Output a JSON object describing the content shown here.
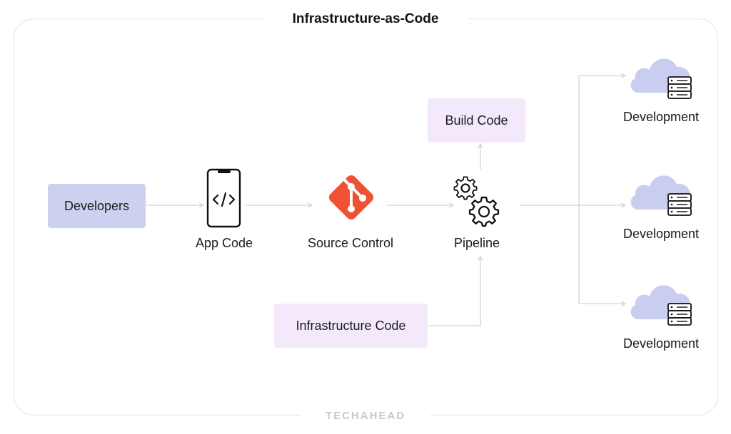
{
  "title": "Infrastructure-as-Code",
  "footer_logo": "TECHAHEAD",
  "nodes": {
    "developers": "Developers",
    "app_code": "App Code",
    "source_control": "Source Control",
    "pipeline": "Pipeline",
    "build_code": "Build Code",
    "infrastructure_code": "Infrastructure Code"
  },
  "environments": [
    {
      "label": "Development",
      "icon": "cloud-server-icon"
    },
    {
      "label": "Development",
      "icon": "cloud-server-icon"
    },
    {
      "label": "Development",
      "icon": "cloud-server-icon"
    }
  ],
  "colors": {
    "developers_box": "#cdd1f0",
    "code_box": "#f3e9fb",
    "git_logo": "#f05033",
    "cloud": "#c9cdef",
    "connector": "#d0d0d0"
  }
}
